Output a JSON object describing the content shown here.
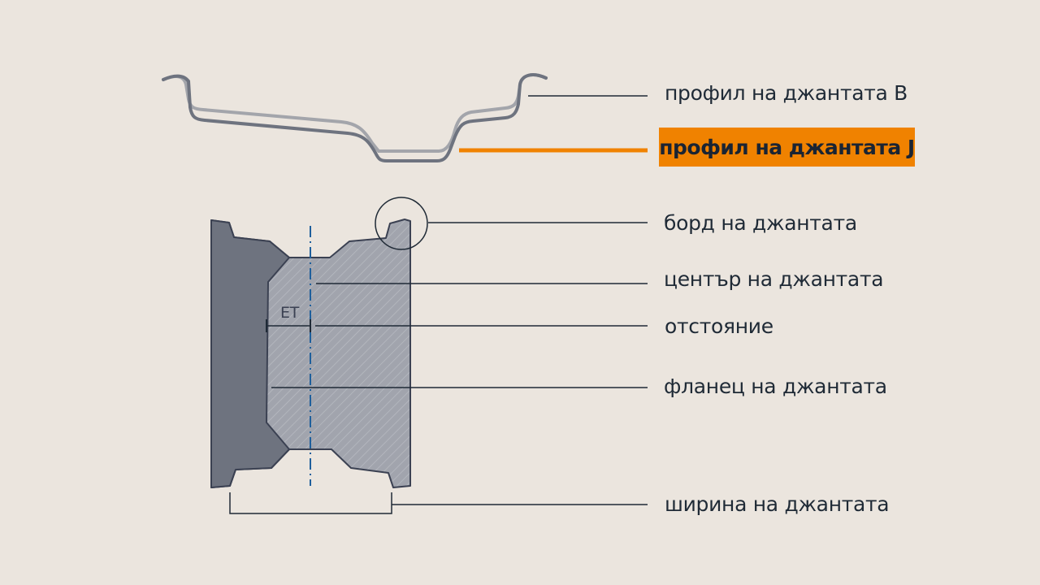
{
  "labels": {
    "profile_b": "профил на джантата B",
    "profile_j": "профил на джантата J",
    "rim_flange_edge": "борд на джантата",
    "rim_center": "център на джантата",
    "offset": "отстояние",
    "rim_flange": "фланец на джантата",
    "rim_width": "ширина на джантата",
    "et": "ET"
  },
  "colors": {
    "background": "#ebe5de",
    "highlight": "#f08200",
    "dark_profile": "#6e737f",
    "light_profile": "#a3a5ab",
    "center_line": "#1e5f9c"
  }
}
